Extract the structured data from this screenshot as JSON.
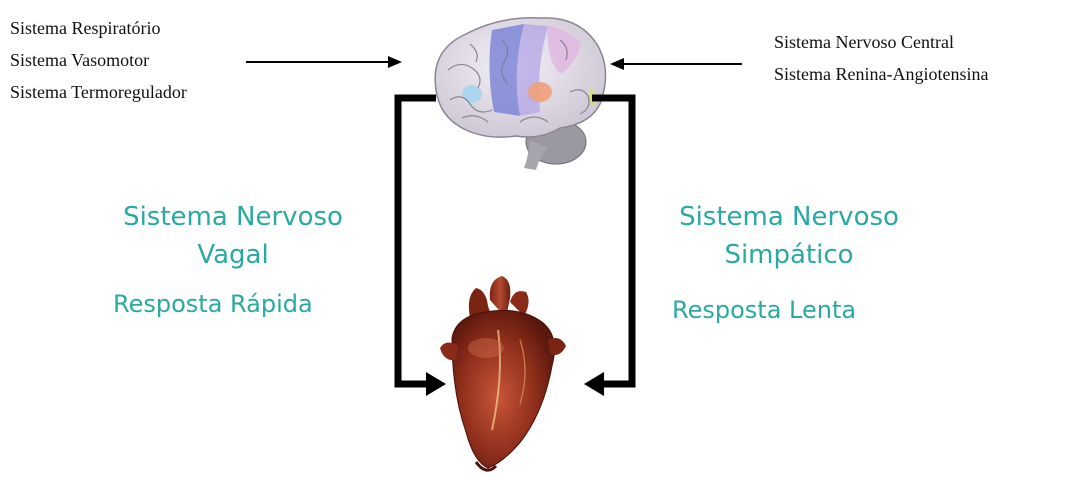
{
  "left_inputs": [
    "Sistema Respiratório",
    "Sistema Vasomotor",
    "Sistema Termoregulador"
  ],
  "right_inputs": [
    "Sistema Nervoso Central",
    "Sistema Renina-Angiotensina"
  ],
  "vagal": {
    "title_line1": "Sistema Nervoso",
    "title_line2": "Vagal",
    "response": "Resposta Rápida"
  },
  "sympathetic": {
    "title_line1": "Sistema Nervoso",
    "title_line2": "Simpático",
    "response": "Resposta Lenta"
  },
  "colors": {
    "accent_teal": "#2aa9a2",
    "arrow": "#000000"
  },
  "icons": {
    "brain": "brain-icon",
    "heart": "heart-icon"
  }
}
